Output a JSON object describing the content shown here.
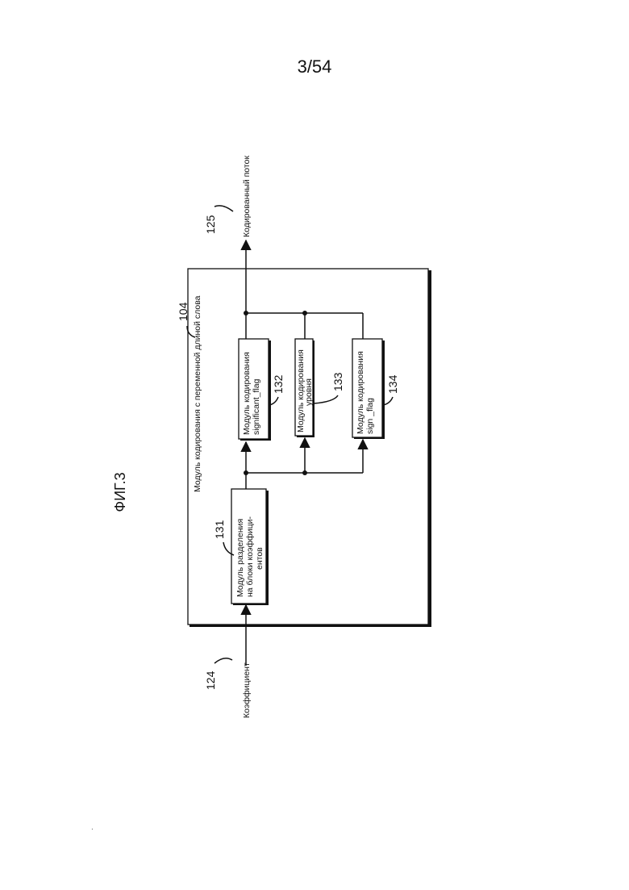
{
  "page_number": "3/54",
  "figure_label": "ФИГ.3",
  "outer_module": {
    "ref": "104",
    "label": "Модуль кодирования с переменной длиной слова"
  },
  "input": {
    "ref": "124",
    "label": "Коэффициент"
  },
  "output": {
    "ref": "125",
    "label": "Кодированный поток"
  },
  "blocks": [
    {
      "ref": "131",
      "lines": [
        "Модуль разделения",
        "на блоки коэффици-",
        "ентов"
      ]
    },
    {
      "ref": "132",
      "lines": [
        "Модуль кодирования",
        "significant_flag"
      ]
    },
    {
      "ref": "133",
      "lines": [
        "Модуль кодирования",
        "уровня"
      ]
    },
    {
      "ref": "134",
      "lines": [
        "Модуль кодирования",
        "sign _flag"
      ]
    }
  ]
}
